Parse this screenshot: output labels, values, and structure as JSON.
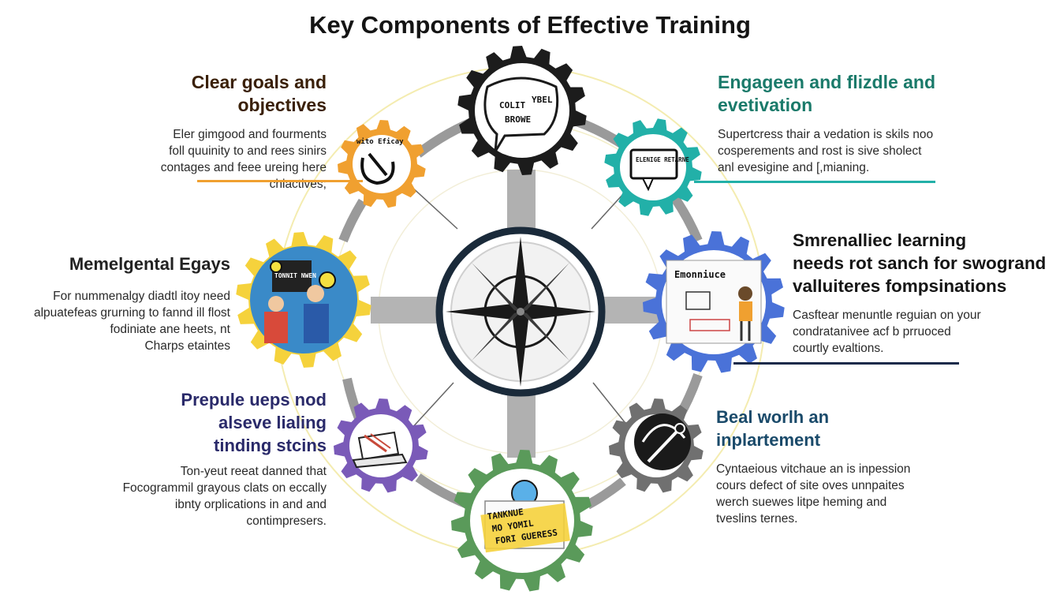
{
  "title": "Key Components of Effective Training",
  "colors": {
    "orange": "#f0a030",
    "dark": "#1c1c1c",
    "teal": "#22b0a8",
    "yellow": "#f5d23c",
    "blue": "#4a72d8",
    "purple": "#7a5ab8",
    "gray": "#707070",
    "green": "#5a9a5a",
    "navy": "#1a2a4a",
    "heading_brown": "#3a2008",
    "heading_teal": "#1a7a6a",
    "heading_navy": "#2a2a6a"
  },
  "components": [
    {
      "id": "clear-goals",
      "heading": [
        "Clear goals and",
        "objectives"
      ],
      "body": [
        "Eler gimgood and fourments",
        "foll quuinity to and rees sinirs",
        "contages and feee ureing here",
        "chiactives;"
      ],
      "icon": "target-icon",
      "icon_label": "wito Eficay"
    },
    {
      "id": "engagement",
      "heading": [
        "Engageen and flizdle and",
        "evetivation"
      ],
      "body": [
        "Supertcress thair a vedation is skils noo",
        "cosperements and rost is sive sholect",
        "anl evesigine and [,mianing."
      ],
      "icon": "speech-bubble-icon",
      "icon_label": "ELENIGE RETARNE"
    },
    {
      "id": "mental-engagement",
      "heading": [
        "Memelgental Egays"
      ],
      "body": [
        "For nummenalgy diadtl itoy need",
        "alpuatefeas grurning to fannd ill flost",
        "fodiniate ane heets,  nt",
        "Charps etaintes"
      ],
      "icon": "people-idea-icon",
      "icon_label": "TONNIT NWEN"
    },
    {
      "id": "personalized",
      "heading": [
        "Smrenalliec learning",
        "needs rot sanch for swogrand",
        "valluiteres fompsinations"
      ],
      "body": [
        "Casftear menuntle reguian on your",
        "condratanivee acf b prruoced",
        "courtly evaltions."
      ],
      "icon": "analytics-icon",
      "icon_label": "Emonniuce"
    },
    {
      "id": "practice",
      "heading": [
        "Prepule ueps nod",
        "alseve lialing",
        "tinding stcins"
      ],
      "body": [
        "Ton-yeut reeat danned that",
        "Focogrammil grayous clats on eccally",
        "ibnty orplications in and and",
        "contimpresers."
      ],
      "icon": "laptop-icon"
    },
    {
      "id": "real-world",
      "heading": [
        "Beal worlh an",
        "inplartement"
      ],
      "body": [
        "Cyntaeious vitchaue an is inpession",
        "cours defect of site oves unnpaites",
        "werch suewes litpe heming and",
        "tveslins ternes."
      ],
      "icon": "tools-icon"
    }
  ],
  "top_gear": {
    "icon": "feedback-bubble-icon",
    "icon_label": [
      "COLIT",
      "YBEL",
      "BROWE"
    ]
  },
  "bottom_gear": {
    "icon": "banner-clock-icon",
    "icon_label": [
      "TANKNUE",
      "MO YOMIL",
      "FORI GUERESS"
    ]
  },
  "hub": {
    "icon": "compass-icon"
  }
}
